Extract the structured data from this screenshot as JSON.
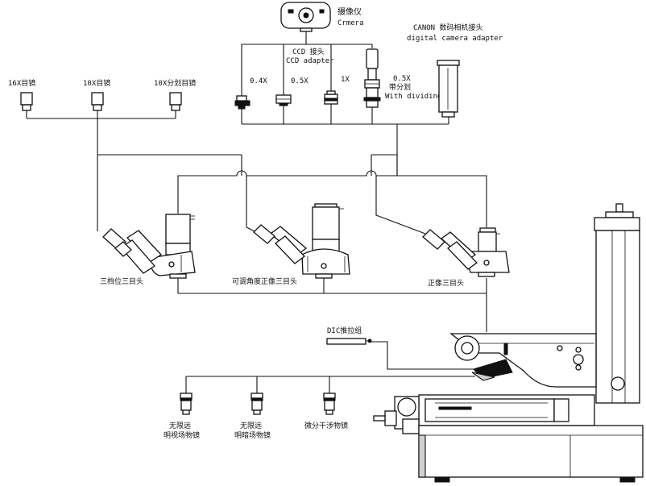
{
  "labels": {
    "camera": "摄像仪",
    "camera_en": "Crmera",
    "canon": "CANON 数码相机接头",
    "canon_en": "digital camera adapter",
    "ccd": "CCD 接头",
    "ccd_en": "CCD adapter",
    "ccd_04x": "0.4X",
    "ccd_05x": "0.5X",
    "ccd_1x": "1X",
    "div_05x": "0.5X",
    "div_cn": "带分划",
    "div_en": "With dividing",
    "ep_16x": "16X目镜",
    "ep_10x": "10X目镜",
    "ep_10x_div": "10X分划目镜",
    "head_3pos": "三档位三目头",
    "head_adj": "可调角度正像三目头",
    "head_erect": "正像三目头",
    "dic": "DIC推拉组",
    "obj_bright_1": "无限远",
    "obj_bright_2": "明视场物镜",
    "obj_dark_1": "无限远",
    "obj_dark_2": "明暗场物镜",
    "obj_dic": "微分干涉物镜"
  }
}
